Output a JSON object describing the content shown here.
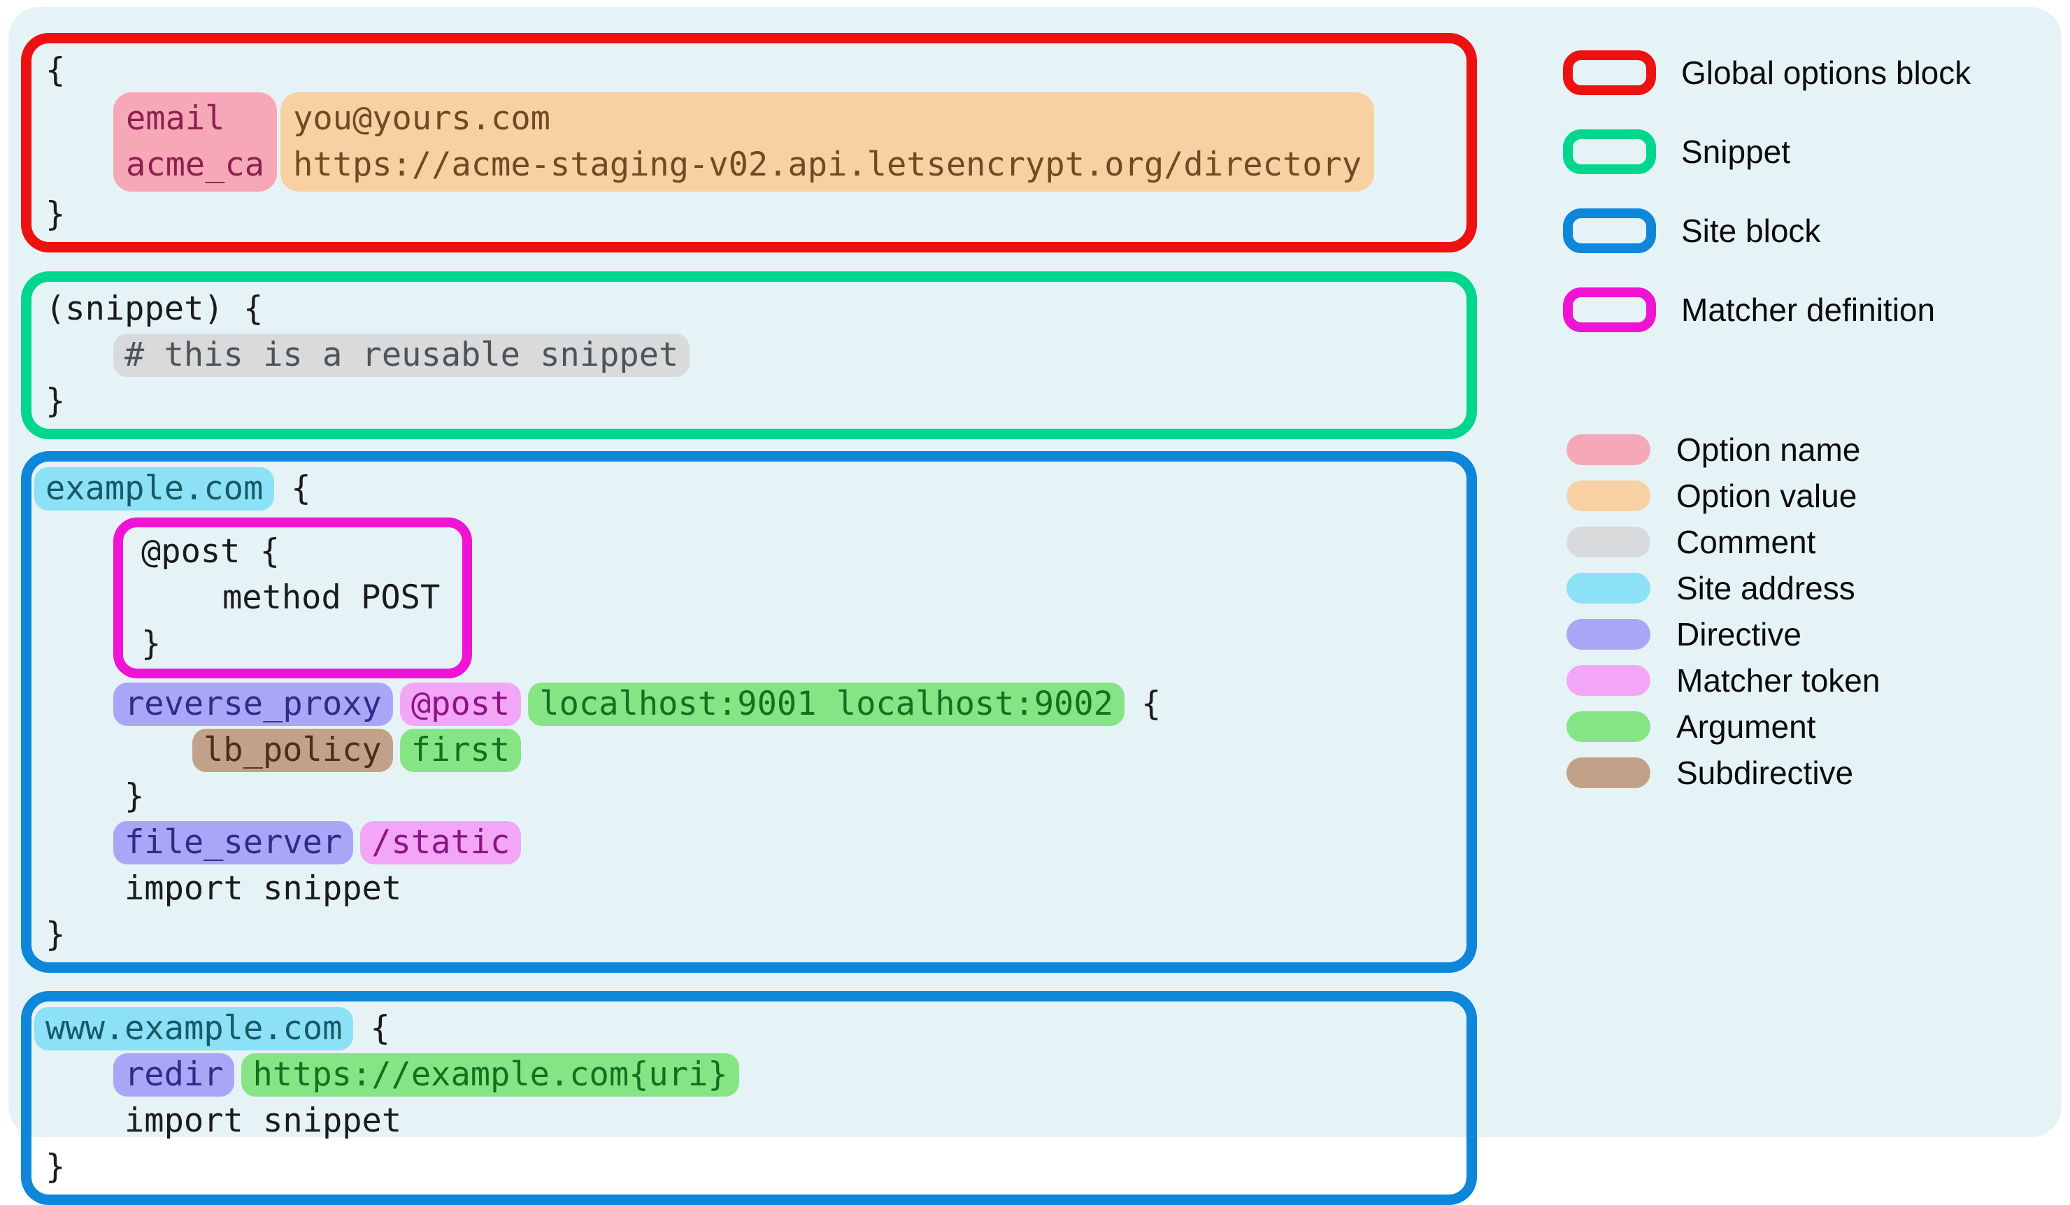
{
  "canvas": {
    "background": "#e6f3f6"
  },
  "legend": {
    "block_types": [
      {
        "label": "Global options block",
        "color": "#ee1111"
      },
      {
        "label": "Snippet",
        "color": "#00d78e"
      },
      {
        "label": "Site block",
        "color": "#0e86da"
      },
      {
        "label": "Matcher definition",
        "color": "#f013d4"
      }
    ],
    "token_types": [
      {
        "label": "Option name",
        "color": "#f7a8b8"
      },
      {
        "label": "Option value",
        "color": "#f7d1a3"
      },
      {
        "label": "Comment",
        "color": "#d8dadc"
      },
      {
        "label": "Site address",
        "color": "#8ce1f6"
      },
      {
        "label": "Directive",
        "color": "#a9a6f8"
      },
      {
        "label": "Matcher token",
        "color": "#f4a6f6"
      },
      {
        "label": "Argument",
        "color": "#85e585"
      },
      {
        "label": "Subdirective",
        "color": "#c2a189"
      }
    ]
  },
  "code": {
    "global": {
      "open": "{",
      "option_names": "email\nacme_ca",
      "option_values": "you@yours.com\nhttps://acme-staging-v02.api.letsencrypt.org/directory",
      "close": "}"
    },
    "snippet": {
      "header": "(snippet) {",
      "comment": "# this is a reusable snippet",
      "close": "}"
    },
    "site1": {
      "address": "example.com",
      "open_brace": "{",
      "matcher": {
        "header": "@post {",
        "body": "method POST",
        "close": "}"
      },
      "reverse_proxy": {
        "directive": "reverse_proxy",
        "matcher_token": "@post",
        "args": "localhost:9001 localhost:9002",
        "open_brace": "{"
      },
      "lb": {
        "subdirective": "lb_policy",
        "arg": "first"
      },
      "close_inner": "}",
      "file_server": {
        "directive": "file_server",
        "matcher_token": "/static"
      },
      "import_line": "import snippet",
      "close": "}"
    },
    "site2": {
      "address": "www.example.com",
      "open_brace": "{",
      "redir": {
        "directive": "redir",
        "arg": "https://example.com{uri}"
      },
      "import_line": "import snippet",
      "close": "}"
    }
  }
}
